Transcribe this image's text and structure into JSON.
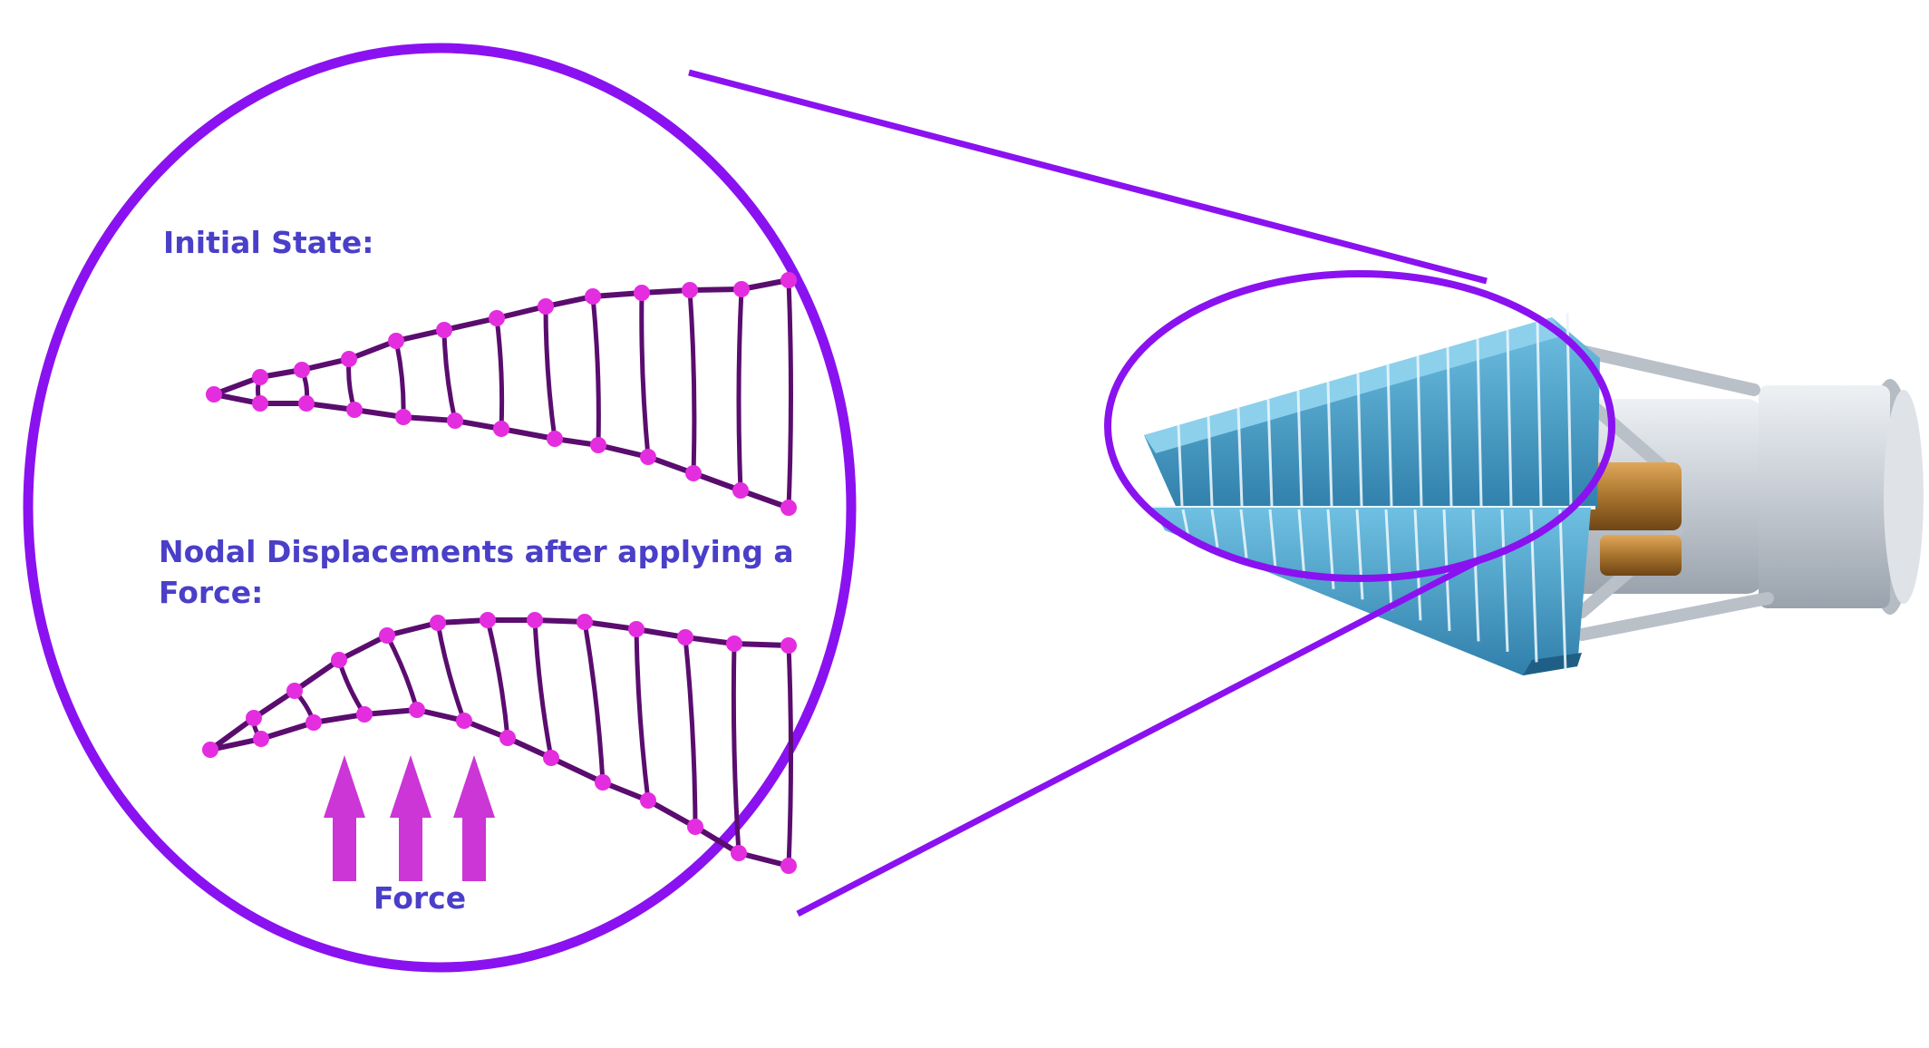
{
  "labels": {
    "initial_state": "Initial State:",
    "displaced_line1": "Nodal Displacements after applying a",
    "displaced_line2": "Force:",
    "force": "Force"
  },
  "colors": {
    "magnifier_ring": "#8a12f0",
    "beam": "#5a0d6e",
    "node": "#e52de0",
    "arrow": "#cc35d6",
    "label": "#4a3fc8",
    "fin_blue": "#4fa3c9",
    "metal": "#c9cfd6",
    "bronze": "#a8742e"
  }
}
